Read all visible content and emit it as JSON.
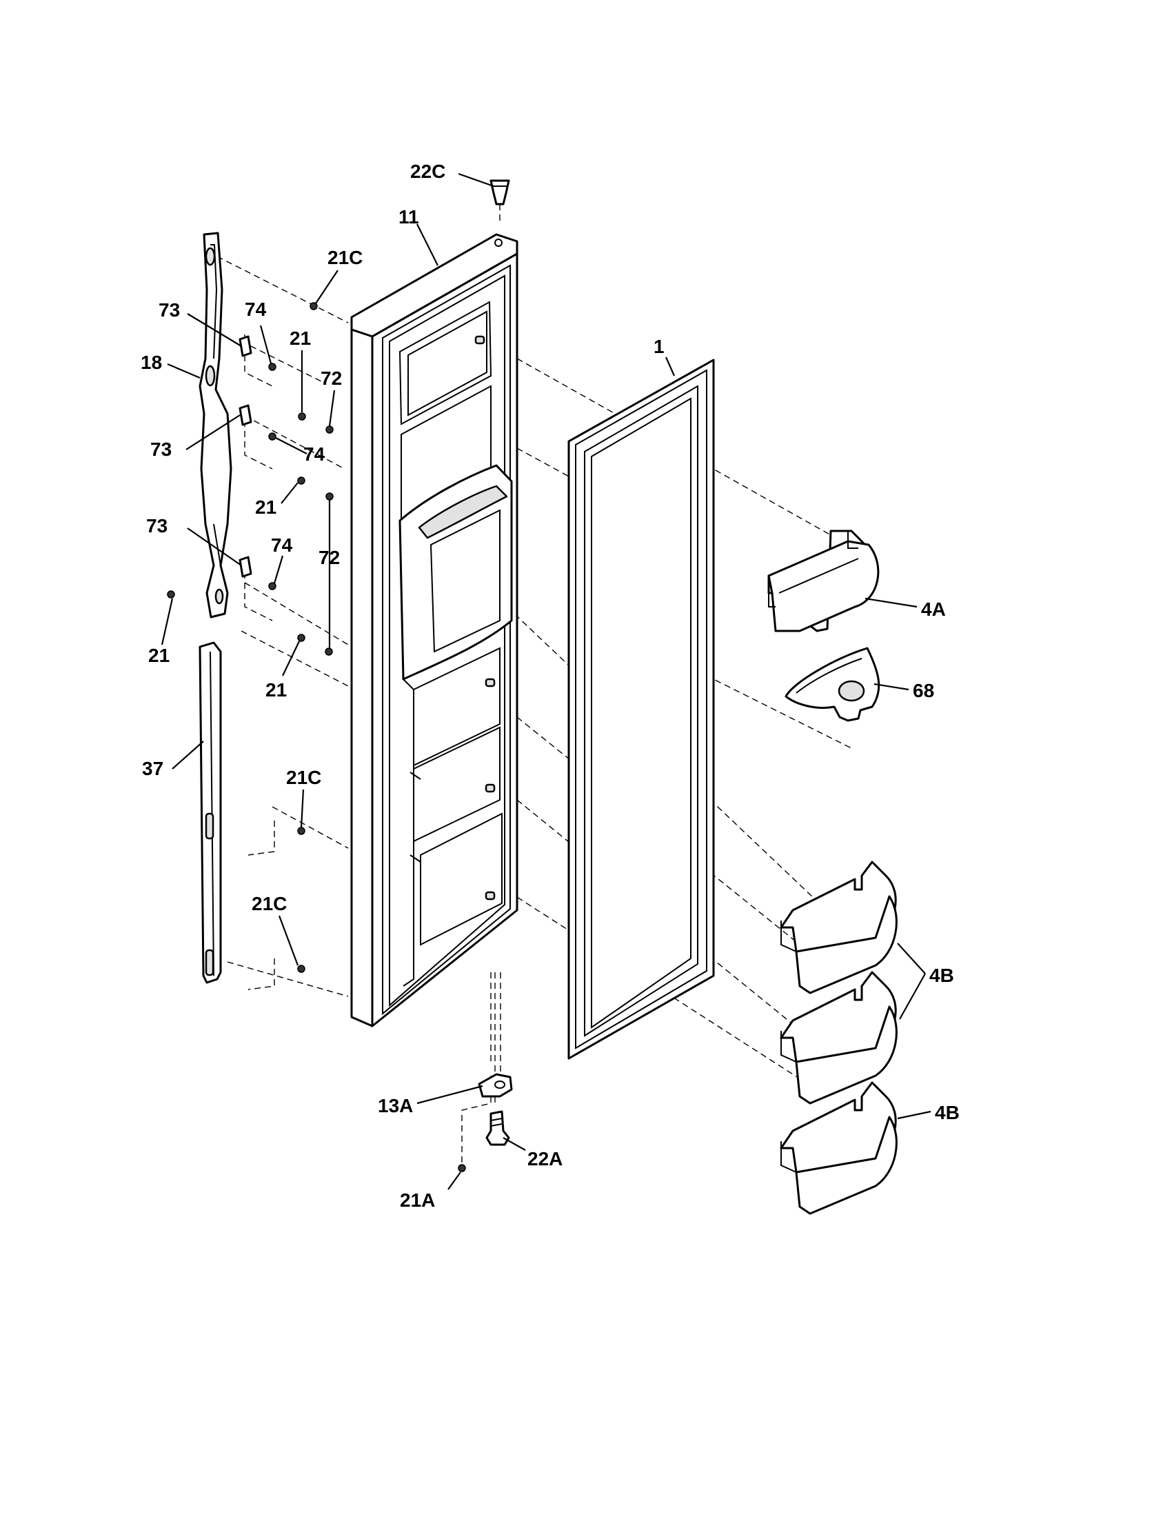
{
  "callouts": [
    {
      "id": "22c",
      "text": "22C"
    },
    {
      "id": "11",
      "text": "11"
    },
    {
      "id": "21c-top",
      "text": "21C"
    },
    {
      "id": "73-top",
      "text": "73"
    },
    {
      "id": "74-top",
      "text": "74"
    },
    {
      "id": "21-a",
      "text": "21"
    },
    {
      "id": "72-top",
      "text": "72"
    },
    {
      "id": "18",
      "text": "18"
    },
    {
      "id": "73-mid",
      "text": "73"
    },
    {
      "id": "74-mid",
      "text": "74"
    },
    {
      "id": "21-b",
      "text": "21"
    },
    {
      "id": "73-low",
      "text": "73"
    },
    {
      "id": "74-low",
      "text": "74"
    },
    {
      "id": "72-low",
      "text": "72"
    },
    {
      "id": "21-c",
      "text": "21"
    },
    {
      "id": "21-d",
      "text": "21"
    },
    {
      "id": "37",
      "text": "37"
    },
    {
      "id": "21c-mid",
      "text": "21C"
    },
    {
      "id": "21c-low",
      "text": "21C"
    },
    {
      "id": "1",
      "text": "1"
    },
    {
      "id": "4a",
      "text": "4A"
    },
    {
      "id": "68",
      "text": "68"
    },
    {
      "id": "4b-pair",
      "text": "4B"
    },
    {
      "id": "4b-single",
      "text": "4B"
    },
    {
      "id": "13a",
      "text": "13A"
    },
    {
      "id": "22a",
      "text": "22A"
    },
    {
      "id": "21a",
      "text": "21A"
    }
  ]
}
